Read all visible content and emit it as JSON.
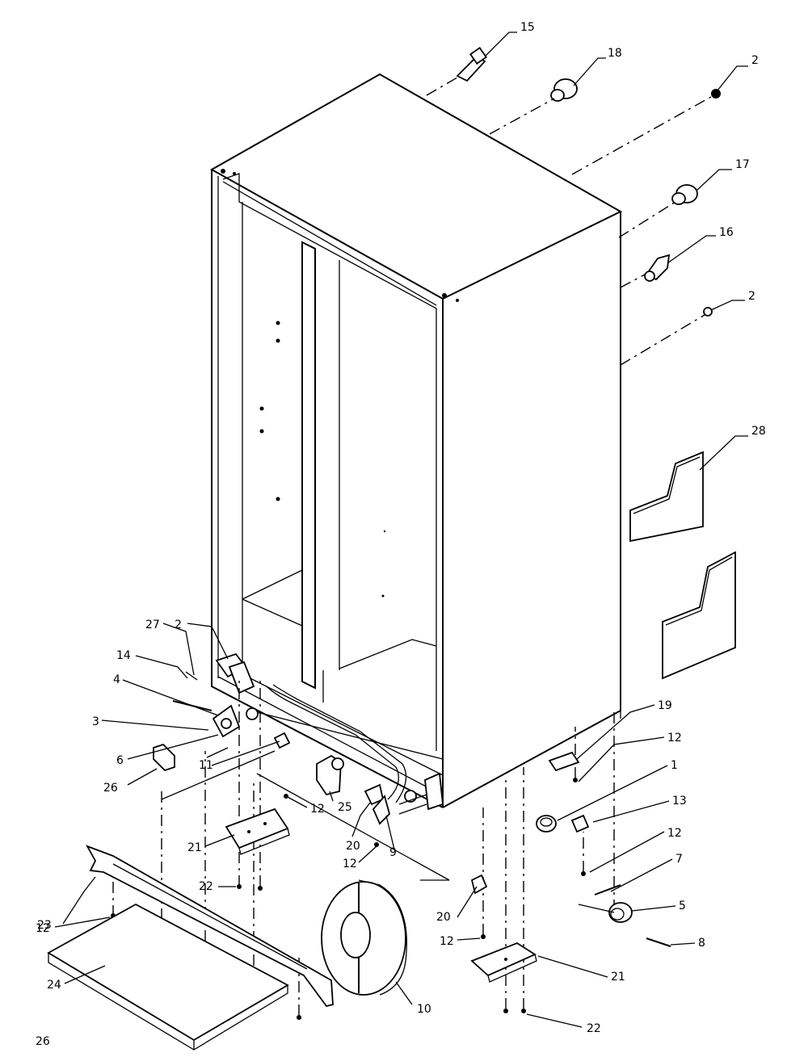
{
  "callouts": [
    {
      "key": "c15",
      "text": "15"
    },
    {
      "key": "c18",
      "text": "18"
    },
    {
      "key": "c2a",
      "text": "2"
    },
    {
      "key": "c17",
      "text": "17"
    },
    {
      "key": "c16",
      "text": "16"
    },
    {
      "key": "c2b",
      "text": "2"
    },
    {
      "key": "c28",
      "text": "28"
    },
    {
      "key": "c2c",
      "text": "2"
    },
    {
      "key": "c27",
      "text": "27"
    },
    {
      "key": "c14",
      "text": "14"
    },
    {
      "key": "c4",
      "text": "4"
    },
    {
      "key": "c3",
      "text": "3"
    },
    {
      "key": "c6",
      "text": "6"
    },
    {
      "key": "c26a",
      "text": "26"
    },
    {
      "key": "c11",
      "text": "11"
    },
    {
      "key": "c25",
      "text": "25"
    },
    {
      "key": "c12a",
      "text": "12"
    },
    {
      "key": "c20a",
      "text": "20"
    },
    {
      "key": "c9",
      "text": "9"
    },
    {
      "key": "c12b",
      "text": "12"
    },
    {
      "key": "c21a",
      "text": "21"
    },
    {
      "key": "c22a",
      "text": "22"
    },
    {
      "key": "c23",
      "text": "23"
    },
    {
      "key": "c12c",
      "text": "12"
    },
    {
      "key": "c24",
      "text": "24"
    },
    {
      "key": "c26b",
      "text": "26"
    },
    {
      "key": "c10",
      "text": "10"
    },
    {
      "key": "c19",
      "text": "19"
    },
    {
      "key": "c12d",
      "text": "12"
    },
    {
      "key": "c1",
      "text": "1"
    },
    {
      "key": "c13",
      "text": "13"
    },
    {
      "key": "c12e",
      "text": "12"
    },
    {
      "key": "c7",
      "text": "7"
    },
    {
      "key": "c5",
      "text": "5"
    },
    {
      "key": "c8",
      "text": "8"
    },
    {
      "key": "c20b",
      "text": "20"
    },
    {
      "key": "c12f",
      "text": "12"
    },
    {
      "key": "c21b",
      "text": "21"
    },
    {
      "key": "c22b",
      "text": "22"
    }
  ]
}
